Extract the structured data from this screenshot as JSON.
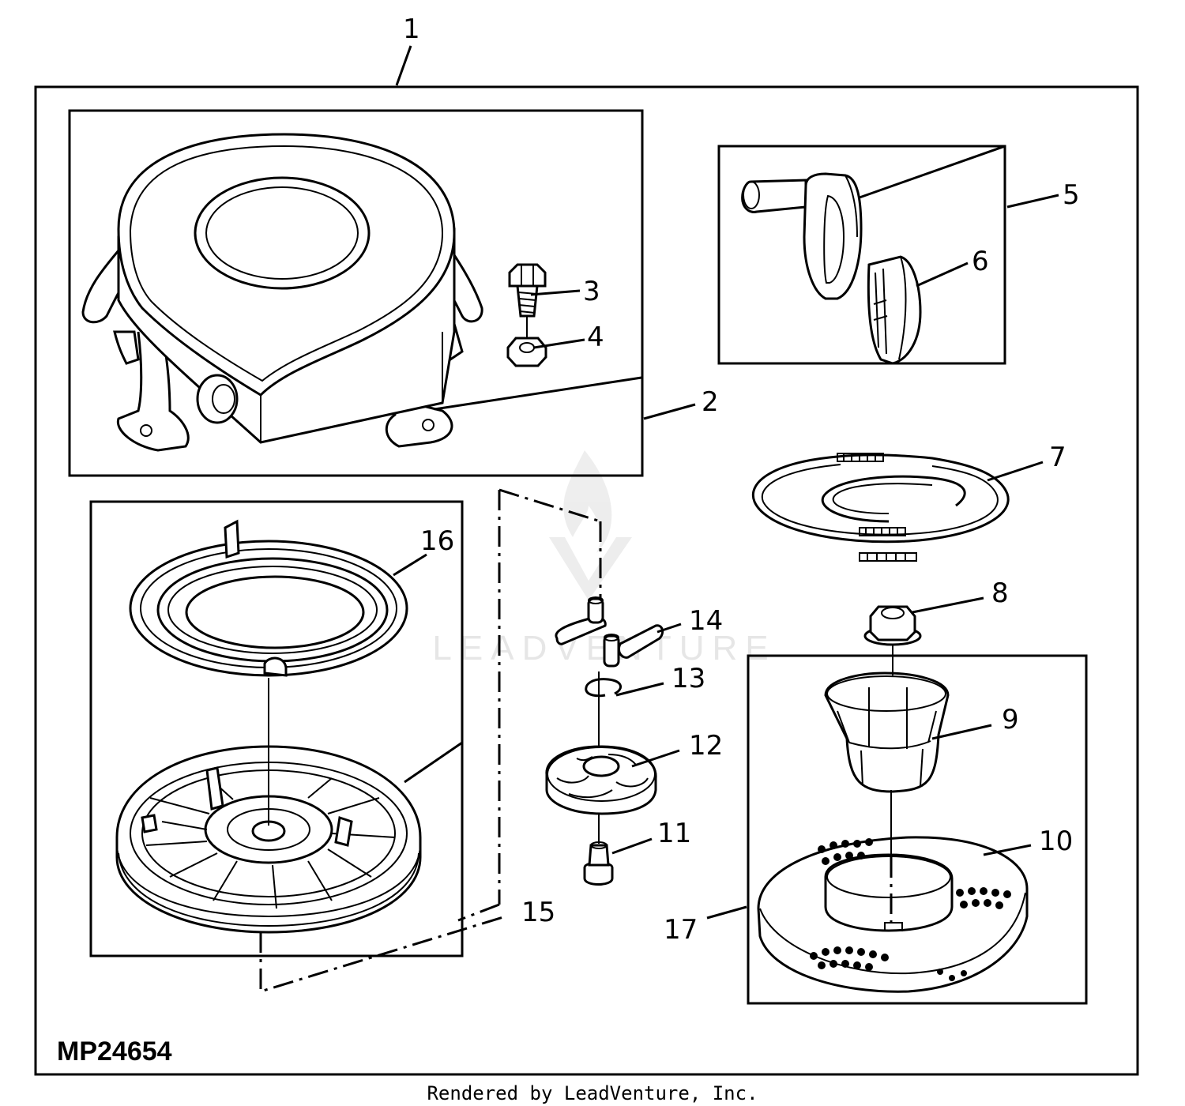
{
  "figure": {
    "id": "MP24654",
    "footer": "Rendered by LeadVenture, Inc.",
    "watermark": "LEADVENTURE"
  },
  "callouts": [
    {
      "num": "1"
    },
    {
      "num": "2"
    },
    {
      "num": "3"
    },
    {
      "num": "4"
    },
    {
      "num": "5"
    },
    {
      "num": "6"
    },
    {
      "num": "7"
    },
    {
      "num": "8"
    },
    {
      "num": "9"
    },
    {
      "num": "10"
    },
    {
      "num": "11"
    },
    {
      "num": "12"
    },
    {
      "num": "13"
    },
    {
      "num": "14"
    },
    {
      "num": "15"
    },
    {
      "num": "16"
    },
    {
      "num": "17"
    }
  ],
  "colors": {
    "ink": "#000000",
    "paper": "#ffffff",
    "watermark": "#e4e4e4"
  }
}
